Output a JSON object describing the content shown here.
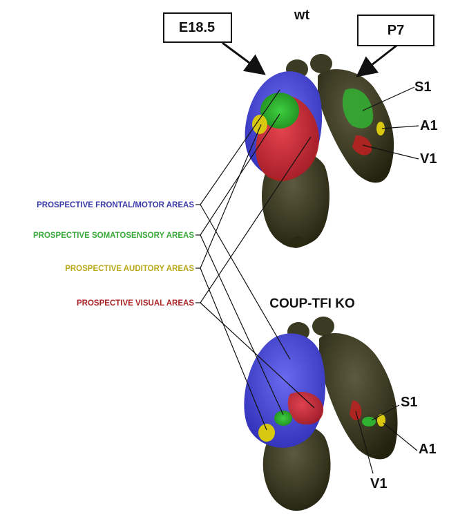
{
  "wt_label": "wt",
  "stage_boxes": {
    "left": "E18.5",
    "right": "P7"
  },
  "legend": [
    {
      "label": "PROSPECTIVE FRONTAL/MOTOR AREAS",
      "color": "#3a3aa8"
    },
    {
      "label": "PROSPECTIVE SOMATOSENSORY AREAS",
      "color": "#3aa83a"
    },
    {
      "label": "PROSPECTIVE AUDITORY AREAS",
      "color": "#b8a818"
    },
    {
      "label": "PROSPECTIVE VISUAL AREAS",
      "color": "#a82424"
    }
  ],
  "wt_brain": {
    "area_labels": [
      "S1",
      "A1",
      "V1"
    ]
  },
  "ko_brain": {
    "title": "COUP-TFI KO",
    "area_labels": [
      "S1",
      "A1",
      "V1"
    ]
  },
  "colors": {
    "brain": "#3b3a22",
    "brain_highlight": "#6d6b55",
    "frontal_motor": "#4848d8",
    "somatosensory": "#30b030",
    "auditory": "#d8c810",
    "visual": "#d02828"
  }
}
